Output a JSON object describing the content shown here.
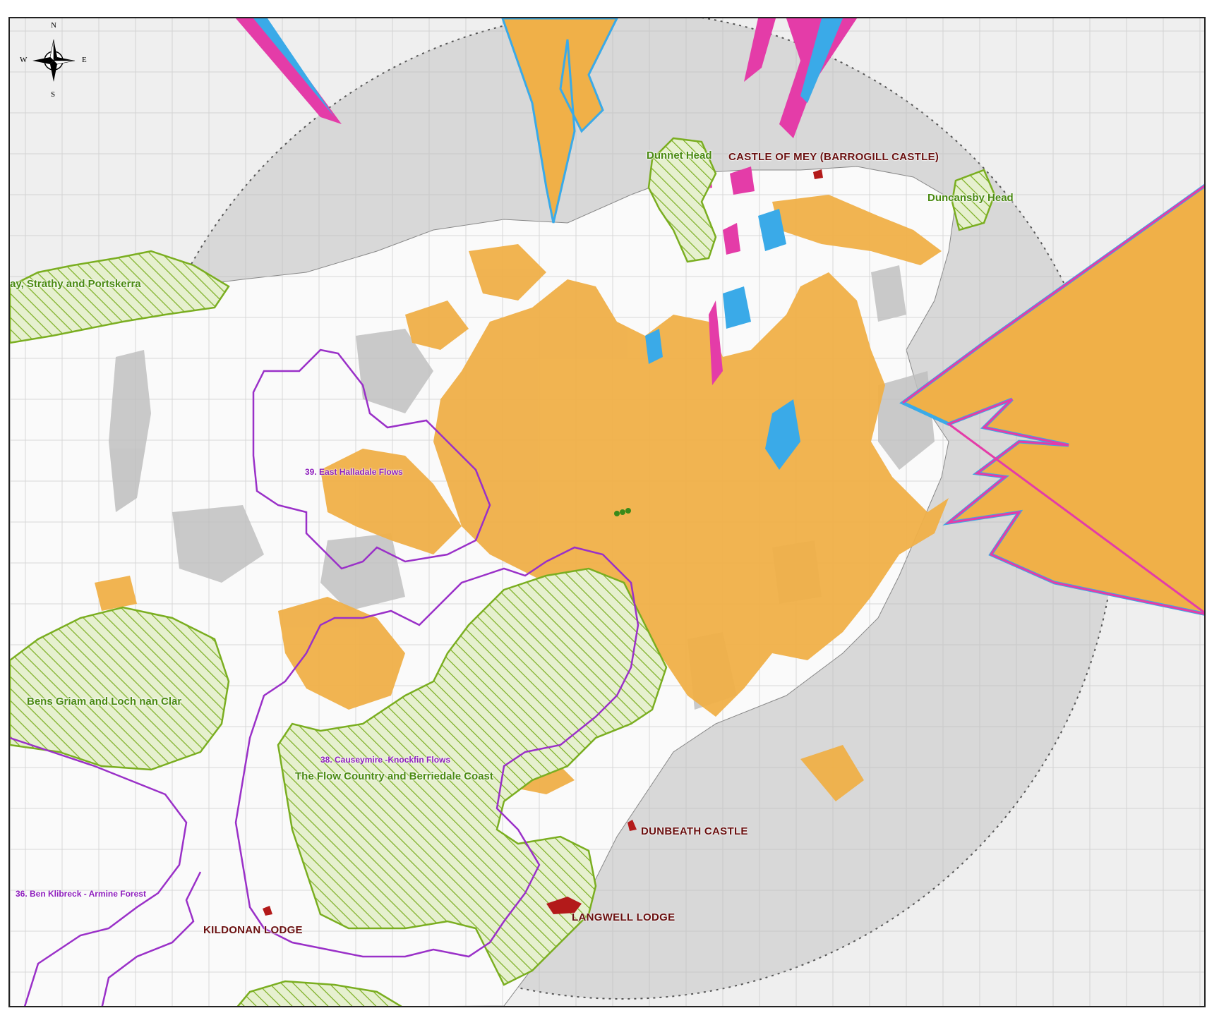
{
  "compass": {
    "n": "N",
    "s": "S",
    "e": "E",
    "w": "W"
  },
  "colors": {
    "visibility_orange": "#f0b048",
    "visibility_magenta": "#e43ca8",
    "visibility_cyan": "#3aaae8",
    "designated_green": "#7aae20",
    "wild_land_purple": "#9a30c8",
    "heritage_red": "#b31a1a",
    "radius_grey": "#d7d7d7"
  },
  "designated_sites": {
    "dunnet_head": "Dunnet Head",
    "duncansby_head": "Duncansby Head",
    "strathy": "ay, Strathy and Portskerra",
    "bens_griam": "Bens Griam and Loch nan Clar",
    "flow_country": "The Flow Country and Berriedale Coast"
  },
  "wild_land_areas": {
    "east_halladale": "39. East Halladale Flows",
    "causeymire": "38. Causeymire -Knockfin Flows",
    "ben_klibreck": "36. Ben Klibreck - Armine Forest"
  },
  "heritage_assets": {
    "castle_of_mey": "CASTLE OF MEY (BARROGILL CASTLE)",
    "dunbeath_castle": "DUNBEATH CASTLE",
    "langwell_lodge": "LANGWELL LODGE",
    "kildonan_lodge": "KILDONAN LODGE"
  }
}
